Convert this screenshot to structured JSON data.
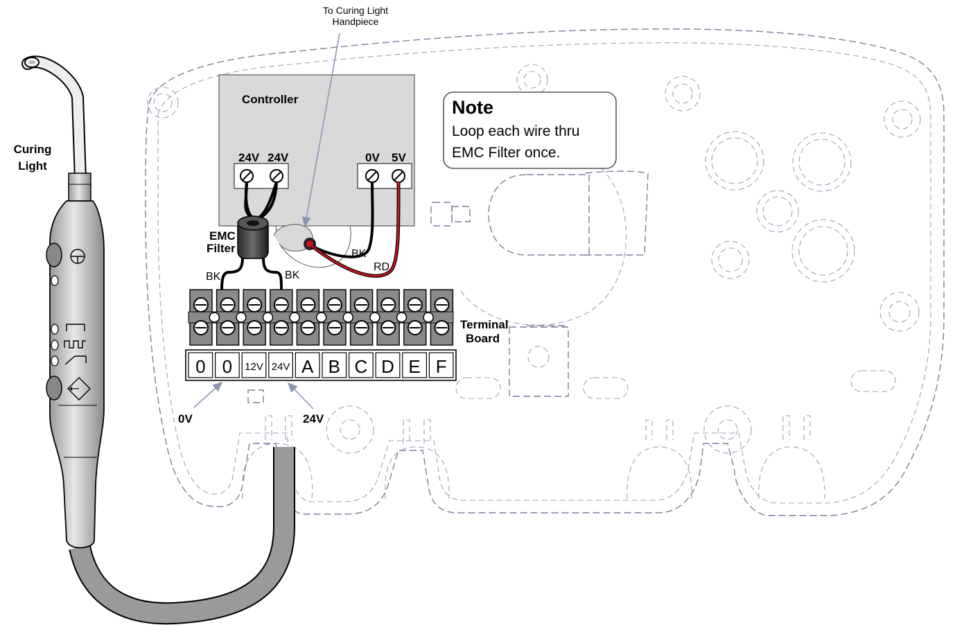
{
  "labels": {
    "curing_light": [
      "Curing",
      "Light"
    ],
    "to_handpiece": [
      "To Curing Light",
      "Handpiece"
    ],
    "controller": "Controller",
    "controller_left_terms": [
      "24V",
      "24V"
    ],
    "controller_right_terms": [
      "0V",
      "5V"
    ],
    "emc_filter": [
      "EMC",
      "Filter"
    ],
    "bk_left": "BK",
    "bk_right": "BK",
    "bk_ctrl": "BK",
    "rd": "RD",
    "terminal_board": [
      "Terminal",
      "Board"
    ],
    "zero_v": "0V",
    "twentyfour_v": "24V"
  },
  "note": {
    "title": "Note",
    "lines": [
      "Loop each wire thru",
      "EMC Filter once."
    ]
  },
  "terminals": [
    "0",
    "0",
    "12V",
    "24V",
    "A",
    "B",
    "C",
    "D",
    "E",
    "F"
  ],
  "colors": {
    "controller_fill": "#d9d9d9",
    "terminal_strip": "#8a8a8a",
    "cable": "#9a9a9a",
    "outline": "#7a7f9a",
    "red_wire": "#d4161c",
    "pointer_arrow": "#8f93b5"
  },
  "icons": [
    "circle-plus-icon",
    "bracket-icon",
    "pulse-icon",
    "ramp-icon",
    "diamond-arrow-icon",
    "screw-icon"
  ]
}
